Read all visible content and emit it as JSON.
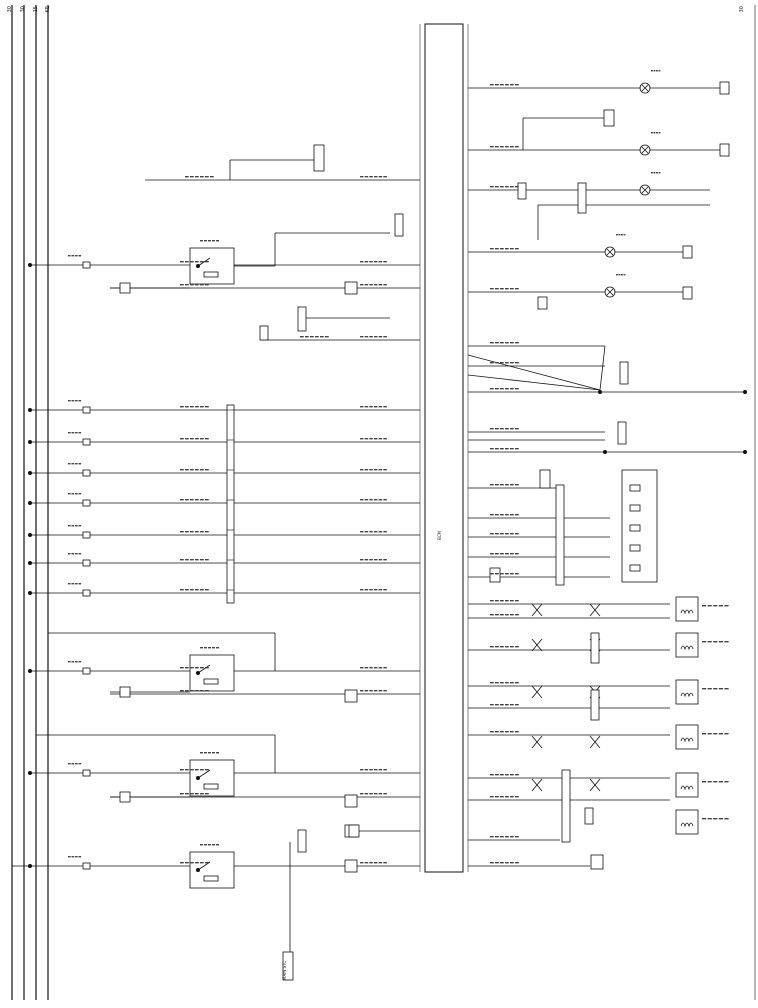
{
  "rails": [
    "30",
    "30",
    "15",
    "KE"
  ],
  "corner_right": "30",
  "ecu_label": "BCM",
  "bottom_label": "MAIN STC"
}
